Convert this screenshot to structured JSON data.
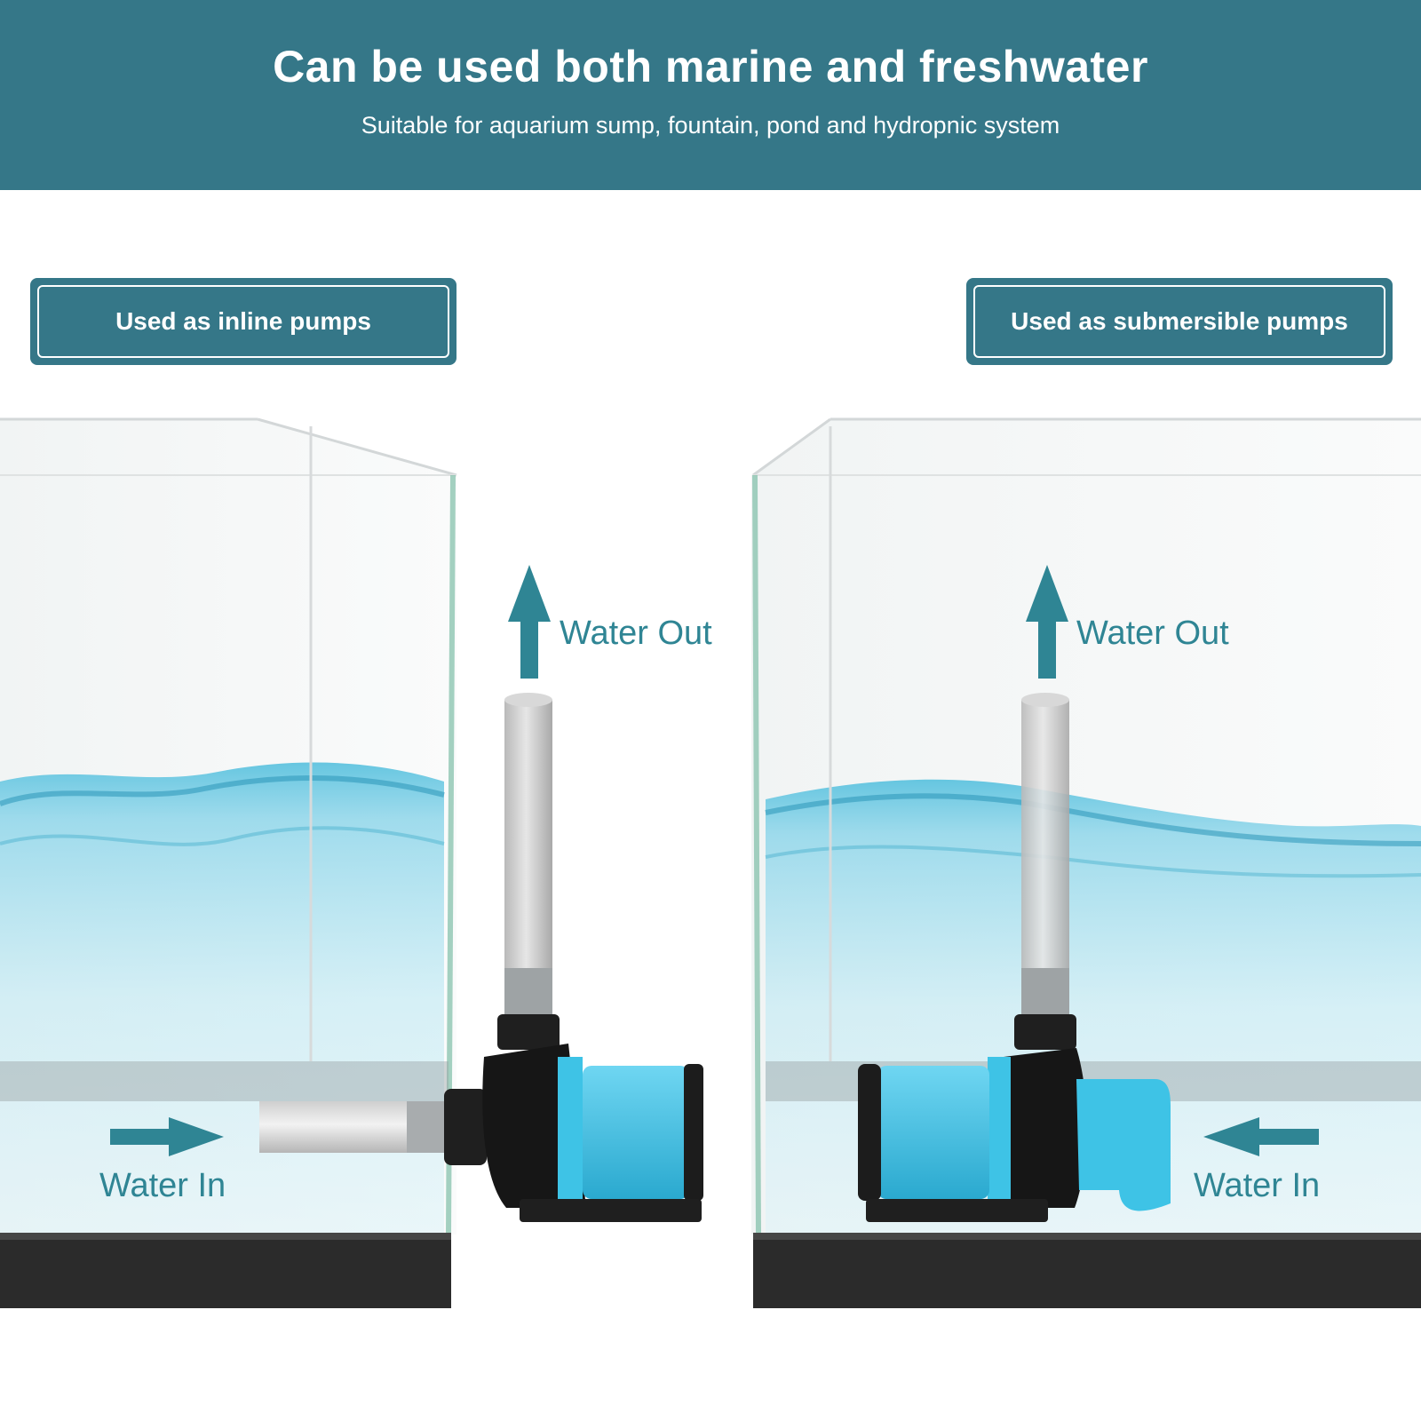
{
  "header": {
    "title": "Can be used both marine and freshwater",
    "subtitle": "Suitable for aquarium sump, fountain, pond and hydropnic system"
  },
  "modes": {
    "inline": "Used as inline pumps",
    "submersible": "Used as submersible pumps"
  },
  "flow_labels": {
    "out": "Water Out",
    "in": "Water In"
  },
  "colors": {
    "banner": "#357788",
    "arrow": "#2f8594",
    "pump_body": "#1c1c1c",
    "pump_accent": "#3ec3e6",
    "water": "#7fd0e6"
  }
}
